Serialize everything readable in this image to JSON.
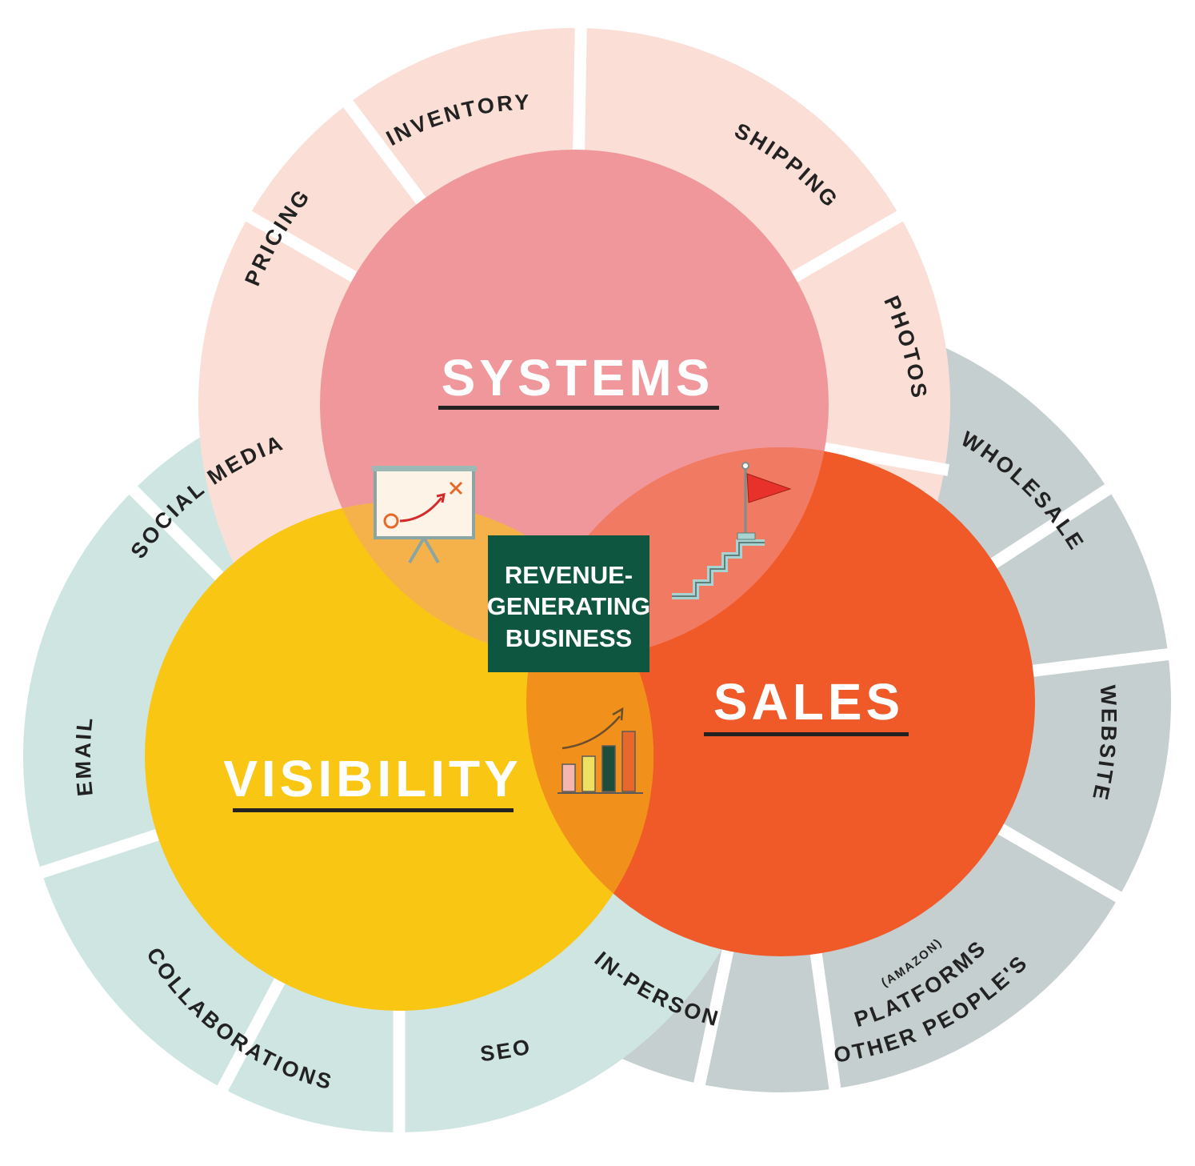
{
  "colors": {
    "systems_ring": "#fbdfd6",
    "visibility_ring": "#cfe5e2",
    "sales_ring": "#c5cfcf",
    "systems": "#f0979c",
    "visibility": "#f8c613",
    "sales": "#f05a28",
    "systems_visibility": "#f6b24a",
    "systems_sales": "#f07a62",
    "visibility_sales": "#f2901c",
    "center_box": "#0e5640",
    "underline": "#222222"
  },
  "circles": {
    "systems": {
      "label": "SYSTEMS"
    },
    "visibility": {
      "label": "VISIBILITY"
    },
    "sales": {
      "label": "SALES"
    }
  },
  "center": {
    "line1": "REVENUE-",
    "line2": "GENERATING",
    "line3": "BUSINESS"
  },
  "systems_ring": [
    "PRICING",
    "INVENTORY",
    "SHIPPING",
    "PHOTOS"
  ],
  "visibility_ring": [
    "SOCIAL MEDIA",
    "EMAIL",
    "COLLABORATIONS",
    "SEO"
  ],
  "sales_ring": [
    "WHOLESALE",
    "WEBSITE",
    "OTHER PEOPLE'S",
    "PLATFORMS",
    "(AMAZON)",
    "IN-PERSON"
  ],
  "icons": {
    "systems_visibility": "strategy-board-icon",
    "systems_sales": "flag-stairs-icon",
    "visibility_sales": "growth-bar-chart-icon"
  }
}
